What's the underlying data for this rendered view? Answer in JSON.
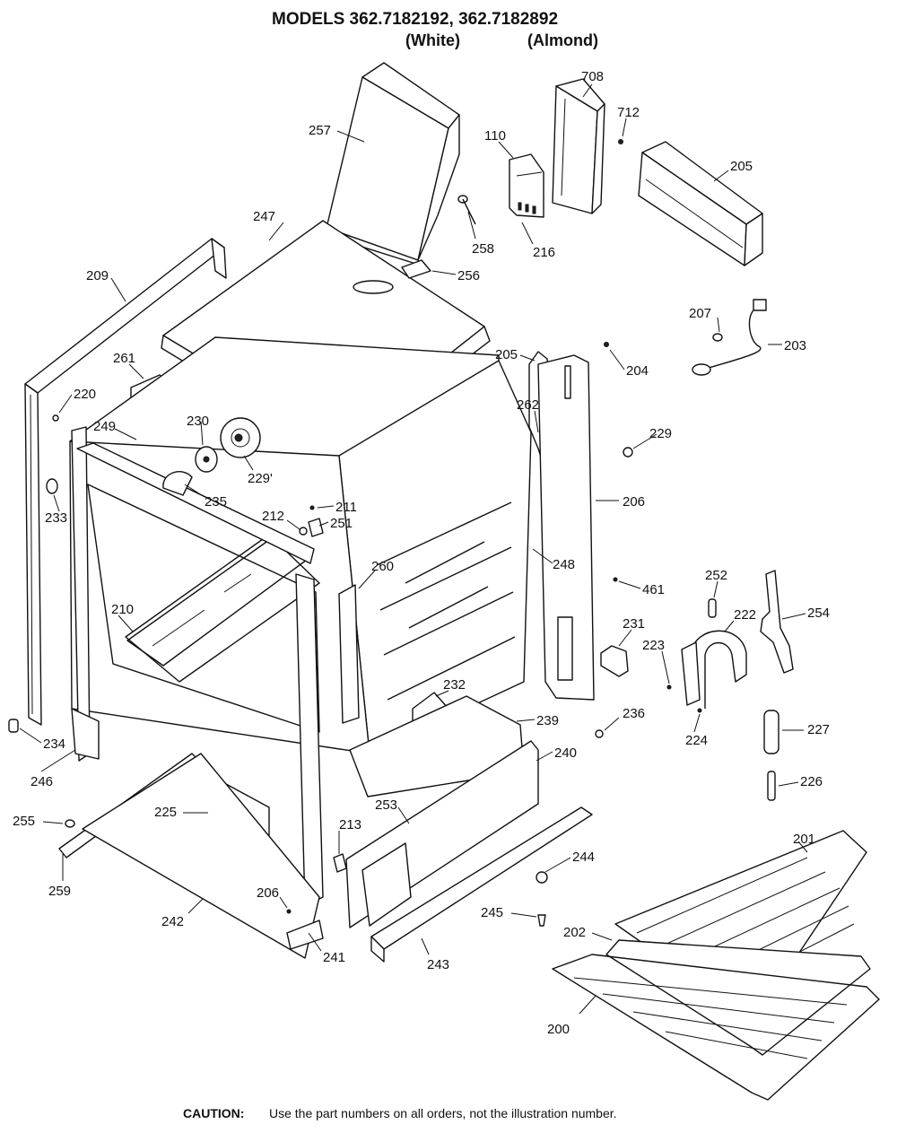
{
  "header": {
    "title": "MODELS 362.7182192, 362.7182892",
    "variant_white": "(White)",
    "variant_almond": "(Almond)"
  },
  "labels": {
    "p257": "257",
    "p708": "708",
    "p712": "712",
    "p110": "110",
    "p205a": "205",
    "p247": "247",
    "p258": "258",
    "p216": "216",
    "p256": "256",
    "p209": "209",
    "p207": "207",
    "p203": "203",
    "p261": "261",
    "p205b": "205",
    "p204": "204",
    "p220": "220",
    "p262": "262",
    "p249": "249",
    "p230": "230",
    "p229": "229",
    "p229p": "229'",
    "p233": "233",
    "p235": "235",
    "p206a": "206",
    "p211": "211",
    "p212": "212",
    "p251": "251",
    "p260": "260",
    "p248": "248",
    "p461": "461",
    "p252": "252",
    "p254": "254",
    "p222": "222",
    "p210": "210",
    "p231": "231",
    "p223": "223",
    "p232": "232",
    "p236": "236",
    "p239": "239",
    "p224": "224",
    "p227": "227",
    "p234": "234",
    "p246": "246",
    "p240": "240",
    "p226": "226",
    "p225": "225",
    "p253": "253",
    "p201": "201",
    "p255": "255",
    "p213": "213",
    "p244": "244",
    "p259": "259",
    "p206b": "206",
    "p245": "245",
    "p242": "242",
    "p202": "202",
    "p241": "241",
    "p243": "243",
    "p200": "200"
  },
  "footer": {
    "caution_label": "CAUTION:",
    "caution_text": "Use the part numbers on all orders, not the illustration number."
  }
}
